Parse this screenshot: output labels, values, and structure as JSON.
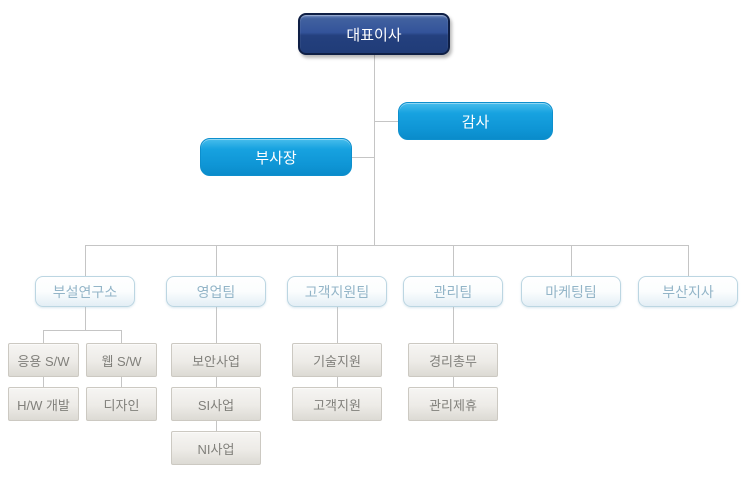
{
  "org": {
    "ceo": {
      "label": "대표이사"
    },
    "auditor": {
      "label": "감사"
    },
    "vice_president": {
      "label": "부사장"
    },
    "departments": [
      {
        "label": "부설연구소"
      },
      {
        "label": "영업팀"
      },
      {
        "label": "고객지원팀"
      },
      {
        "label": "관리팀"
      },
      {
        "label": "마케팅팀"
      },
      {
        "label": "부산지사"
      }
    ],
    "sub_teams": {
      "research": {
        "col1": [
          "응용 S/W",
          "H/W 개발"
        ],
        "col2": [
          "웹 S/W",
          "디자인"
        ]
      },
      "sales": [
        "보안사업",
        "SI사업",
        "NI사업"
      ],
      "customer_support": [
        "기술지원",
        "고객지원"
      ],
      "management": [
        "경리총무",
        "관리제휴"
      ]
    }
  },
  "colors": {
    "ceo_top": "#41619f",
    "ceo_bottom": "#203c78",
    "ceo_border": "#0f1f45",
    "exec_top": "#47bdec",
    "exec_bottom": "#0a8ccb",
    "dept_border": "#bcd6e2",
    "dept_text": "#93b5c8",
    "sub_border": "#ccc9c2",
    "sub_text": "#81807b",
    "connector": "#c5c5c5",
    "background": "#ffffff"
  }
}
